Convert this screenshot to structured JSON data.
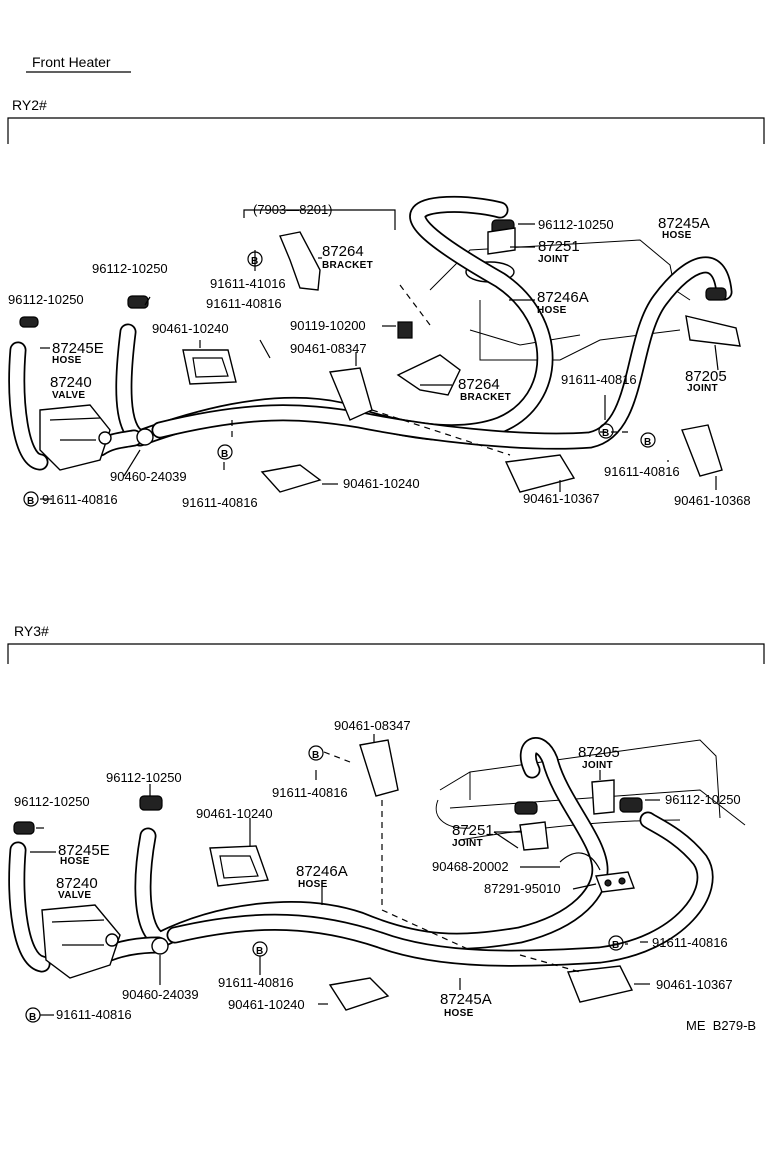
{
  "title": "Front Heater",
  "footer_code": "ME  B279-B",
  "bolt_marker": "B",
  "sections": {
    "ry2": {
      "label": "RY2#",
      "date_range": "(7903—8201)",
      "labels": {
        "p96112_top": "96112-10250",
        "p87251": "87251",
        "p87251_sub": "JOINT",
        "p87245a": "87245A",
        "p87245a_sub": "HOSE",
        "p87264a": "87264",
        "p87264a_sub": "BRACKET",
        "p91611_41016": "91611-41016",
        "p91611_40816_a": "91611-40816",
        "p96112_mid": "96112-10250",
        "p96112_left": "96112-10250",
        "p87246a": "87246A",
        "p87246a_sub": "HOSE",
        "p90119": "90119-10200",
        "p90461_10240_a": "90461-10240",
        "p90461_08347": "90461-08347",
        "p87245e": "87245E",
        "p87245e_sub": "HOSE",
        "p87240": "87240",
        "p87240_sub": "VALVE",
        "p87264b": "87264",
        "p87264b_sub": "BRACKET",
        "p91611_40816_r": "91611-40816",
        "p87205": "87205",
        "p87205_sub": "JOINT",
        "p90460": "90460-24039",
        "p90461_10240_b": "90461-10240",
        "p91611_40816_rr": "91611-40816",
        "p91611_40816_l": "91611-40816",
        "p91611_40816_c": "91611-40816",
        "p90461_10367": "90461-10367",
        "p90461_10368": "90461-10368"
      }
    },
    "ry3": {
      "label": "RY3#",
      "labels": {
        "p90461_08347": "90461-08347",
        "p87205": "87205",
        "p87205_sub": "JOINT",
        "p96112_a": "96112-10250",
        "p91611_40816_t": "91611-40816",
        "p96112_r": "96112-10250",
        "p96112_l": "96112-10250",
        "p90461_10240_a": "90461-10240",
        "p87251": "87251",
        "p87251_sub": "JOINT",
        "p87245e": "87245E",
        "p87245e_sub": "HOSE",
        "p90468": "90468-20002",
        "p87246a": "87246A",
        "p87246a_sub": "HOSE",
        "p87240": "87240",
        "p87240_sub": "VALVE",
        "p87291": "87291-95010",
        "p91611_40816_r": "91611-40816",
        "p91611_40816_c": "91611-40816",
        "p90460": "90460-24039",
        "p90461_10367": "90461-10367",
        "p90461_10240_b": "90461-10240",
        "p87245a": "87245A",
        "p87245a_sub": "HOSE",
        "p91611_40816_l": "91611-40816"
      }
    }
  }
}
